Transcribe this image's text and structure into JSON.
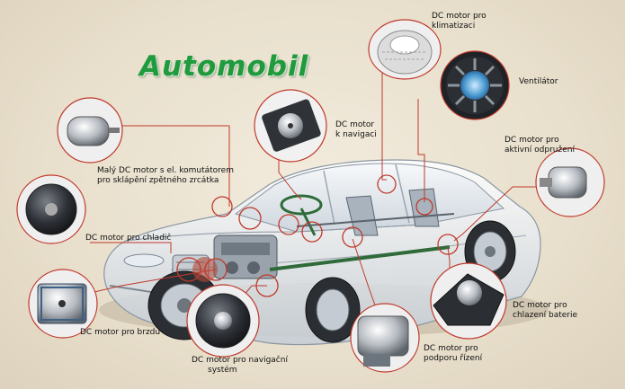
{
  "title": "Automobil",
  "labels": {
    "climate_1": "DC motor pro",
    "climate_2": "klimatizaci",
    "fan": "Ventilátor",
    "nav_1": "DC motor",
    "nav_2": "k navigaci",
    "suspension_1": "DC motor pro",
    "suspension_2": "aktivní odpružení",
    "mirror_1": "Malý DC motor s el. komutátorem",
    "mirror_2": "pro sklápění zpětného zrcátka",
    "radiator": "DC motor pro chladič",
    "brake": "DC motor pro brzdu",
    "nav_system_1": "DC motor pro navigační",
    "nav_system_2": "systém",
    "battery_1": "DC motor pro",
    "battery_2": "chlazení baterie",
    "steering_1": "DC motor pro",
    "steering_2": "podporu řízení"
  },
  "colors": {
    "title": "#1f9a3c",
    "leader_lines": "#c0392b",
    "background": "#e9e0cf"
  },
  "icons": [
    "car-body",
    "climate-fan-motor",
    "ventilator-fan",
    "navigation-disc-motor",
    "suspension-motor",
    "mirror-motor",
    "radiator-motor",
    "brake-motor",
    "navigation-system-motor",
    "battery-cooling-motor",
    "steering-motor"
  ]
}
